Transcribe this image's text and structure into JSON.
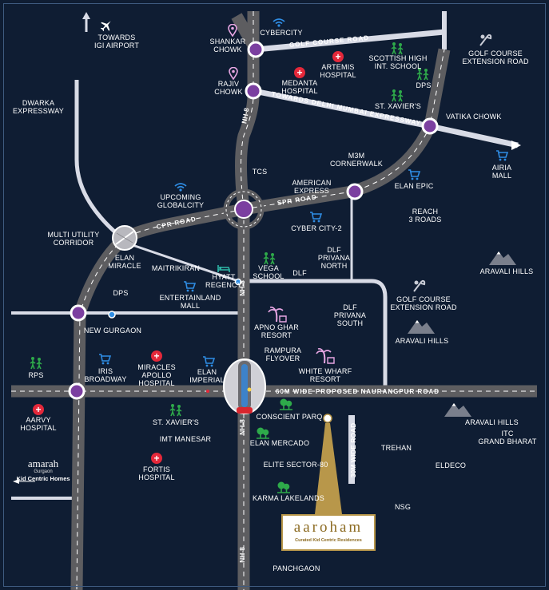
{
  "colors": {
    "background": "#0f1d33",
    "road": "#5d5d60",
    "road_highlight": "#ffffff",
    "secondary_road": "#d8dbe6",
    "junction": "#7b3fa0",
    "hospital": "#e4283a",
    "mall": "#2f8de4",
    "school": "#2eaa4a",
    "landmark": "#e7a6e3",
    "logo_gold": "#8c6b22"
  },
  "road_labels": {
    "golf_course_road": "GOLF COURSE ROAD",
    "towards_delhi_mumbai": "TOWARDS DELHI MUMBAI EXPRESSWAY",
    "spr_road": "SPR ROAD",
    "cpr_road": "CPR ROAD",
    "naurangpur": "60M WIDE PROPOSED NAURANGPUR ROAD",
    "wide_30m": "30M WIDE ROAD",
    "nh8_a": "NH-8",
    "nh8_b": "NH-8",
    "nh8_c": "NH-8",
    "nh8_d": "NH-8"
  },
  "labels": {
    "towards_igi": "TOWARDS\nIGI AIRPORT",
    "dwarka": "DWARKA\nEXPRESSWAY",
    "cybercity": "CYBERCITY",
    "shankar_chowk": "SHANKAR\nCHOWK",
    "rajiv_chowk": "RAJIV\nCHOWK",
    "artemis": "ARTEMIS\nHOSPITAL",
    "medanta": "MEDANTA\nHOSPITAL",
    "scottish": "SCOTTISH HIGH\nINT. SCHOOL",
    "dps_top": "DPS",
    "st_xaviers_top": "ST. XAVIER'S",
    "golf_ext_top": "GOLF COURSE\nEXTENSION ROAD",
    "vatika_chowk": "VATIKA CHOWK",
    "airia_mall": "AIRIA\nMALL",
    "m3m": "M3M\nCORNERWALK",
    "elan_epic": "ELAN EPIC",
    "tcs": "TCS",
    "american_express": "AMERICAN\nEXPRESS",
    "upcoming_globalcity": "UPCOMING\nGLOBALCITY",
    "reach_3_roads": "REACH\n3 ROADS",
    "cyber_city_2": "CYBER CITY-2",
    "multi_utility": "MULTI UTILITY\nCORRIDOR",
    "elan_miracle": "ELAN\nMIRACLE",
    "maitrikiran": "MAITRIKIRAN",
    "hyatt": "HYATT\nREGENCY",
    "vega": "VEGA\nSCHOOL",
    "dlf_small": "DLF",
    "dlf_privana_north": "DLF\nPRIVANA\nNORTH",
    "aravali_1": "ARAVALI HILLS",
    "dps_mid": "DPS",
    "entertainland": "ENTERTAINLAND\nMALL",
    "golf_ext_mid": "GOLF COURSE\nEXTENSION ROAD",
    "new_gurgaon": "NEW GURGAON",
    "apno_ghar": "APNO GHAR\nRESORT",
    "dlf_privana_south": "DLF\nPRIVANA\nSOUTH",
    "aravali_2": "ARAVALI HILLS",
    "rampura": "RAMPURA\nFLYOVER",
    "rps": "RPS",
    "iris_broadway": "IRIS\nBROADWAY",
    "miracles_apollo": "MIRACLES\nAPOLLO\nHOSPITAL",
    "elan_imperial": "ELAN\nIMPERIAL",
    "white_wharf": "WHITE WHARF\nRESORT",
    "aarvy": "AARVY\nHOSPITAL",
    "st_xaviers_bottom": "ST. XAVIER'S",
    "conscient_parq": "CONSCIENT PARQ",
    "aravali_3": "ARAVALI HILLS",
    "itc": "ITC\nGRAND BHARAT",
    "imt_manesar": "IMT MANESAR",
    "elan_mercado": "ELAN MERCADO",
    "trehan": "TREHAN",
    "elite_sector80": "ELITE SECTOR-80",
    "eldeco": "ELDECO",
    "fortis": "FORTIS\nHOSPITAL",
    "karma_lakelands": "KARMA LAKELANDS",
    "nsg": "NSG",
    "panchgaon": "PANCHGAON"
  },
  "logo": {
    "name": "aaroham",
    "tagline": "Curated Kid Centric Residences"
  },
  "amarah": {
    "name": "amarah",
    "sub": "Gurgaon",
    "tagline": "Kid Centric Homes"
  },
  "icons": {
    "airport": "airplane-icon",
    "cybercity": "wifi-icon",
    "globalcity": "wifi-icon",
    "shankar_chowk": "map-pin-icon",
    "rajiv_chowk": "map-pin-icon",
    "hospitals": "hospital-cross-icon",
    "malls": "shopping-cart-icon",
    "schools": "walking-children-icon",
    "parks": "park-icon",
    "hills": "mountain-icon",
    "resorts": "palm-tree-icon",
    "golf": "golf-icon",
    "hotel": "bed-icon",
    "metro": "metro-station-icon"
  }
}
